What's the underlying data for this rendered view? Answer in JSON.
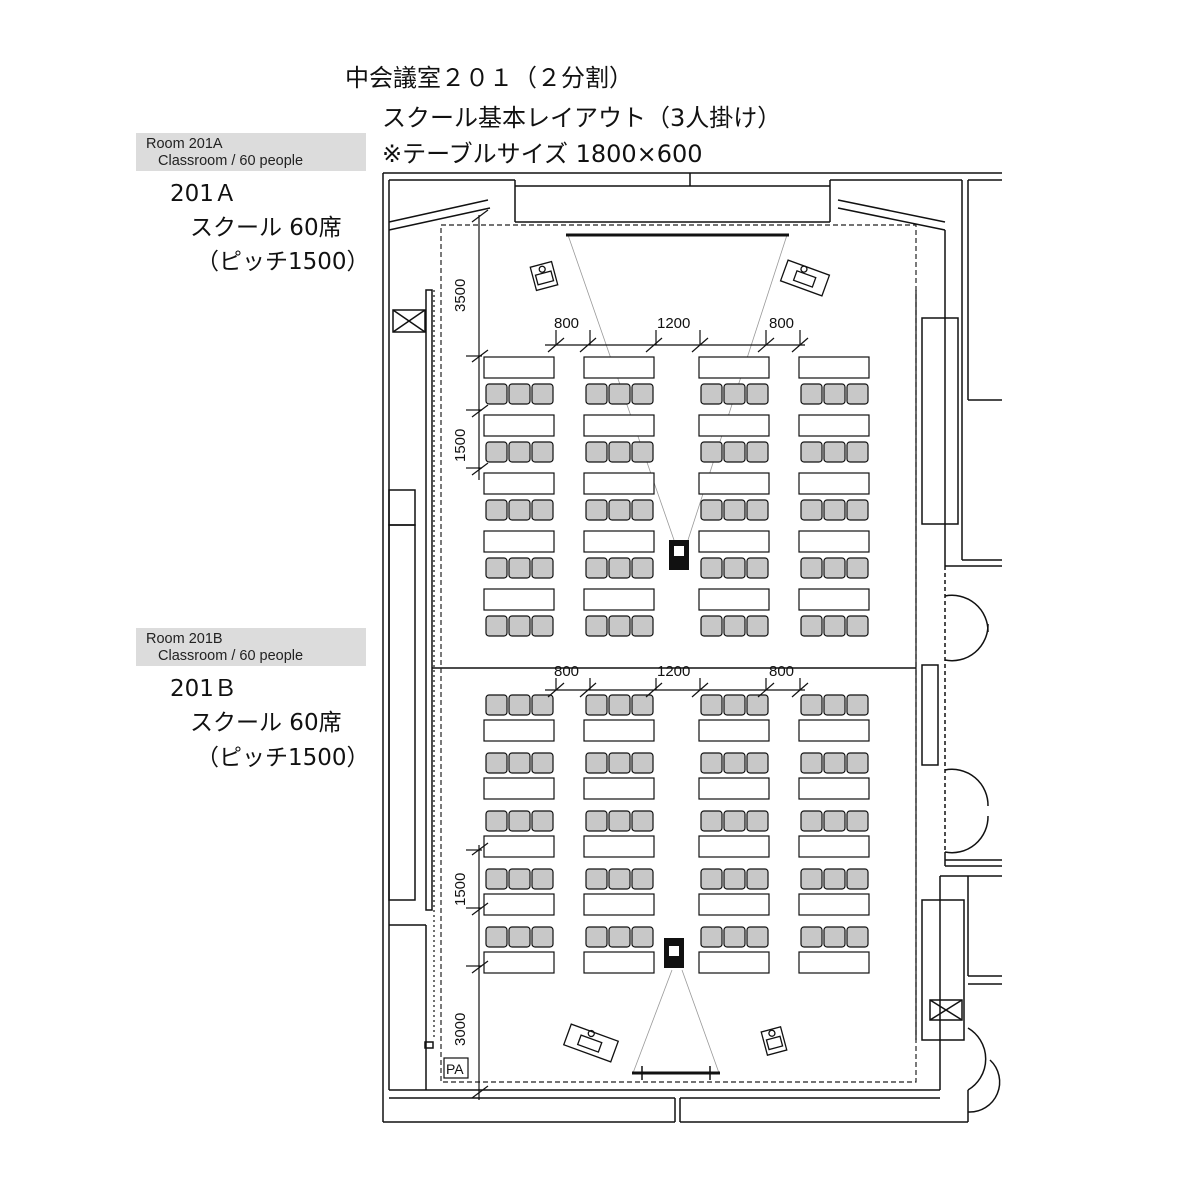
{
  "header": {
    "title": "中会議室２０１（２分割）",
    "layout": "スクール基本レイアウト（3人掛け）",
    "table_size": "※テーブルサイズ 1800×600"
  },
  "rooms": [
    {
      "tag_line1": "Room 201A",
      "tag_line2": "Classroom / 60 people",
      "name": "201Ａ",
      "seating": "スクール 60席",
      "pitch": "（ピッチ1500）"
    },
    {
      "tag_line1": "Room 201B",
      "tag_line2": "Classroom / 60 people",
      "name": "201Ｂ",
      "seating": "スクール 60席",
      "pitch": "（ピッチ1500）"
    }
  ],
  "dimensions": {
    "gap_side": "800",
    "gap_center": "1200",
    "pitch": "1500",
    "front_a": "3500",
    "back_b": "3000",
    "pa": "PA"
  },
  "colors": {
    "chair_fill": "#c8c8c8",
    "tag_bg": "#dcdcdc",
    "line": "#111111"
  }
}
